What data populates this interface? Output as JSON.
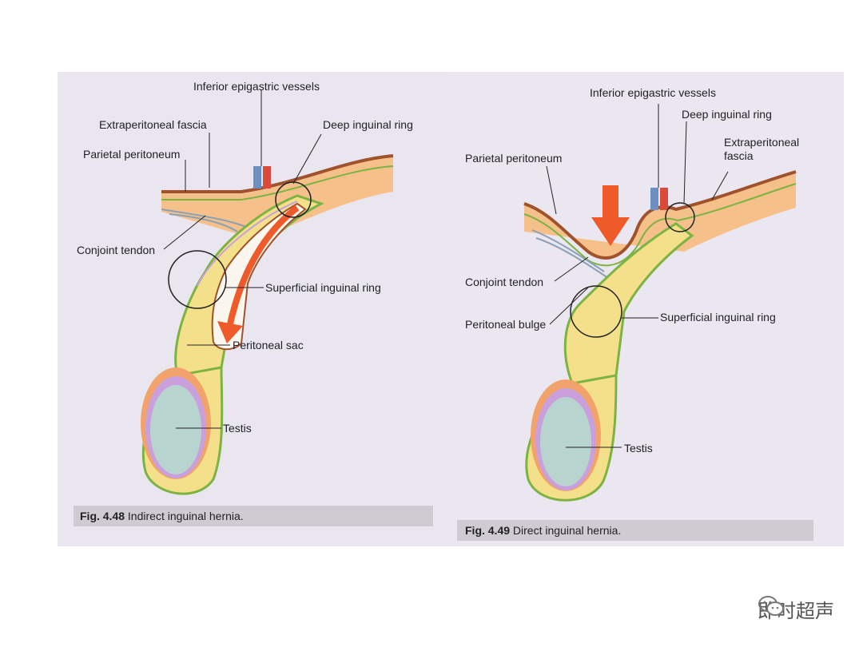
{
  "figures": [
    {
      "labels": {
        "inferior_epigastric": "Inferior epigastric vessels",
        "extraperitoneal": "Extraperitoneal fascia",
        "deep_ring": "Deep inguinal ring",
        "parietal": "Parietal peritoneum",
        "conjoint": "Conjoint tendon",
        "superficial_ring": "Superficial inguinal ring",
        "peritoneal_sac": "Peritoneal sac",
        "testis": "Testis"
      },
      "caption_number": "Fig. 4.48",
      "caption_text": "Indirect inguinal hernia."
    },
    {
      "labels": {
        "inferior_epigastric": "Inferior epigastric vessels",
        "deep_ring": "Deep inguinal ring",
        "extraperitoneal_1": "Extraperitoneal",
        "extraperitoneal_2": "fascia",
        "parietal": "Parietal peritoneum",
        "conjoint": "Conjoint tendon",
        "superficial_ring": "Superficial inguinal ring",
        "peritoneal_bulge": "Peritoneal bulge",
        "testis": "Testis"
      },
      "caption_number": "Fig. 4.49",
      "caption_text": "Direct inguinal hernia."
    }
  ],
  "watermark": {
    "icon": "wechat-icon",
    "text": "即时超声"
  },
  "colors": {
    "peritoneum": "#a0522d",
    "fascia_orange": "#f2a36b",
    "fascia_yellow": "#f4e08a",
    "green_line": "#7cb342",
    "purple": "#9c6bbf",
    "testis": "#b8d4cf",
    "arrow": "#ef5a2a"
  }
}
